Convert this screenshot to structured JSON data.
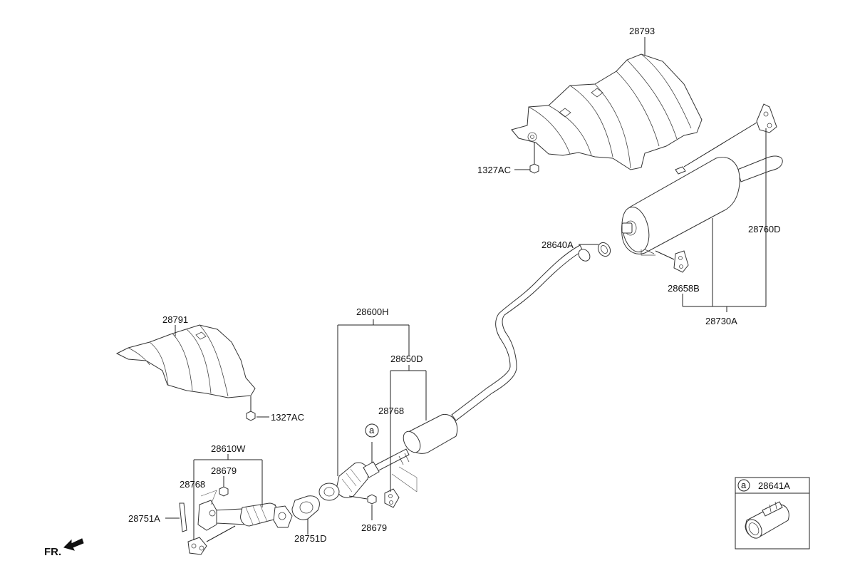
{
  "labels": {
    "p28793": "28793",
    "p1327AC_top": "1327AC",
    "p28760D": "28760D",
    "p28640A": "28640A",
    "p28658B": "28658B",
    "p28730A": "28730A",
    "p28791": "28791",
    "p1327AC_left": "1327AC",
    "p28600H": "28600H",
    "p28650D": "28650D",
    "p28768_mid": "28768",
    "p28610W": "28610W",
    "p28679_left": "28679",
    "p28768_left": "28768",
    "p28751A": "28751A",
    "p28751D": "28751D",
    "p28679_mid": "28679",
    "callout_a": "a",
    "p28641A": "28641A",
    "inset_a": "a",
    "fr": "FR."
  }
}
